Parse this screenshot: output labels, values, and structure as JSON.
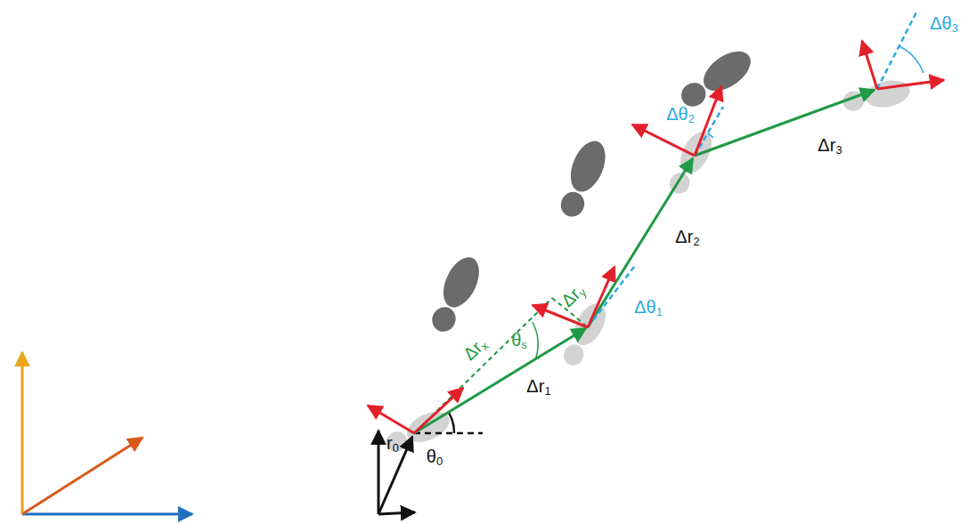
{
  "diagram": {
    "labels": [
      "r0",
      "θ0",
      "Δrx",
      "Δry",
      "θs",
      "Δr1",
      "Δθ1",
      "Δr2",
      "Δθ2",
      "Δr3",
      "Δθ3"
    ]
  }
}
